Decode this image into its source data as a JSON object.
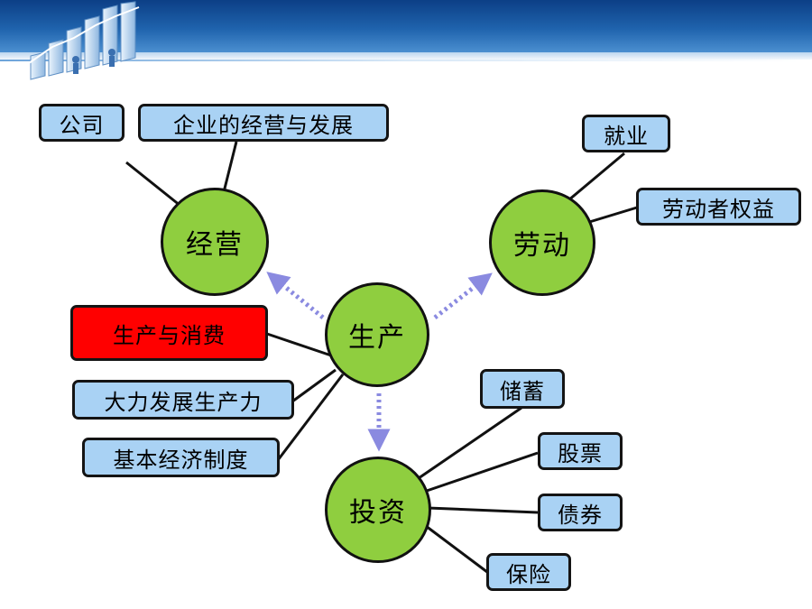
{
  "center": {
    "label": "生产"
  },
  "nodes": {
    "jingying": {
      "label": "经营"
    },
    "laodong": {
      "label": "劳动"
    },
    "touzi": {
      "label": "投资"
    }
  },
  "boxes": {
    "gongsi": "公司",
    "qiye": "企业的经营与发展",
    "jiuye": "就业",
    "quanyi": "劳动者权益",
    "xiaofei": "生产与消费",
    "dali": "大力发展生产力",
    "zhidu": "基本经济制度",
    "chuxu": "储蓄",
    "gupiao": "股票",
    "zhaiquan": "债券",
    "baoxian": "保险"
  },
  "colors": {
    "node_fill": "#8fce3f",
    "box_fill": "#a9d2f4",
    "highlight_fill": "#ff0000",
    "arrow": "#8a8ae0",
    "header": "#1f63ad"
  },
  "highlighted_box": "xiaofei"
}
